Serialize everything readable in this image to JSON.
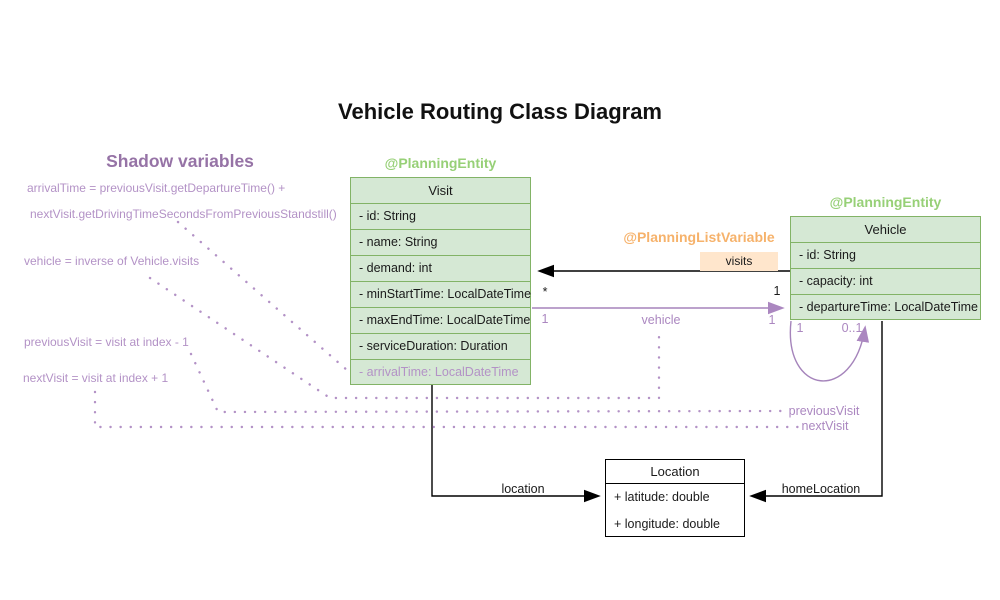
{
  "title": "Vehicle Routing Class Diagram",
  "colors": {
    "green_fill": "#d5e8d4",
    "green_stroke": "#82b366",
    "green_annotation": "#97d077",
    "orange_annotation": "#f6b26b",
    "orange_chip_bg": "#ffe6cc",
    "purple_heading": "#9673a6",
    "purple_text": "#b392c6",
    "purple_line": "#a584bb",
    "black_line": "#000000"
  },
  "shadow_panel": {
    "heading": "Shadow variables",
    "lines": [
      "arrivalTime = previousVisit.getDepartureTime() +",
      "nextVisit.getDrivingTimeSecondsFromPreviousStandstill()",
      "vehicle = inverse of Vehicle.visits",
      "previousVisit = visit at index - 1",
      "nextVisit = visit at index + 1"
    ]
  },
  "classes": {
    "visit": {
      "annotation": "@PlanningEntity",
      "name": "Visit",
      "attributes": [
        "- id: String",
        "- name: String",
        "- demand: int",
        "- minStartTime: LocalDateTime",
        "- maxEndTime: LocalDateTime",
        "- serviceDuration: Duration",
        "- arrivalTime: LocalDateTime"
      ]
    },
    "vehicle": {
      "annotation": "@PlanningEntity",
      "name": "Vehicle",
      "attributes": [
        "- id: String",
        "- capacity: int",
        "- departureTime: LocalDateTime"
      ]
    },
    "location": {
      "name": "Location",
      "attributes": [
        "+ latitude: double",
        "+ longitude: double"
      ]
    }
  },
  "relations": {
    "visits": {
      "annotation": "@PlanningListVariable",
      "label": "visits",
      "visit_mult": "*",
      "vehicle_mult": "1"
    },
    "vehicle": {
      "label": "vehicle",
      "visit_mult": "1",
      "vehicle_mult": "1"
    },
    "next_vehicle_loop": {
      "left_mult": "1",
      "right_mult": "0..1"
    },
    "previous_visit_label": "previousVisit",
    "next_visit_label": "nextVisit",
    "location_label": "location",
    "home_location_label": "homeLocation"
  }
}
